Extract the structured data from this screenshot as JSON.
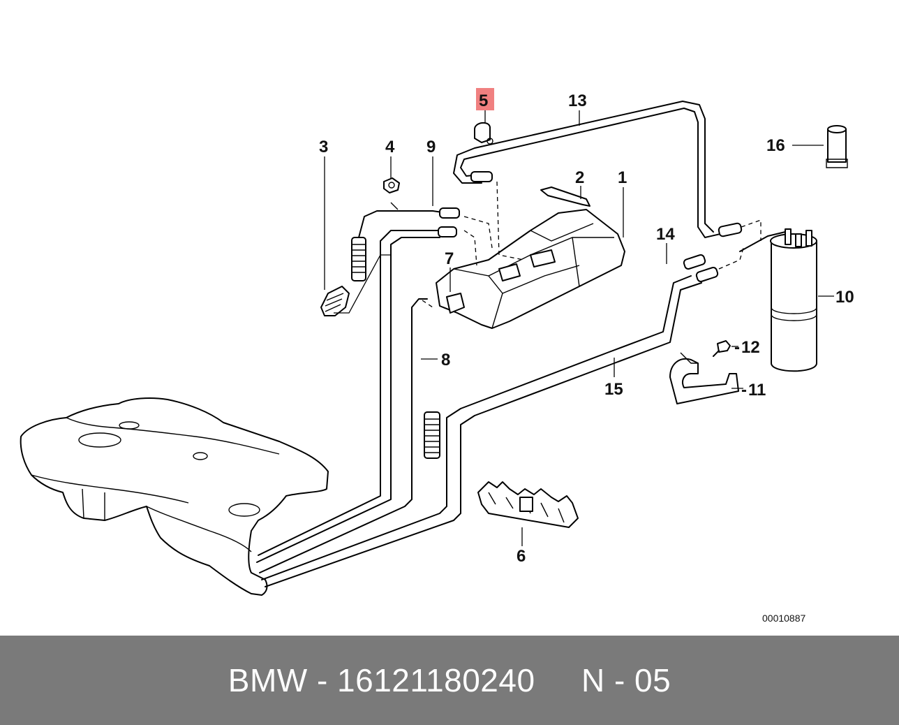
{
  "diagram": {
    "callouts": {
      "c1": "1",
      "c2": "2",
      "c3": "3",
      "c4": "4",
      "c5": "5",
      "c6": "6",
      "c7": "7",
      "c8": "8",
      "c9": "9",
      "c10": "10",
      "c11": "11",
      "c12": "12",
      "c13": "13",
      "c14": "14",
      "c15": "15",
      "c16": "16"
    },
    "highlighted_callout": "5",
    "highlight_color": "#f08080",
    "drawing_number": "00010887"
  },
  "footer": {
    "text": "BMW - 16121180240     N - 05",
    "background": "#7a7a7a"
  }
}
